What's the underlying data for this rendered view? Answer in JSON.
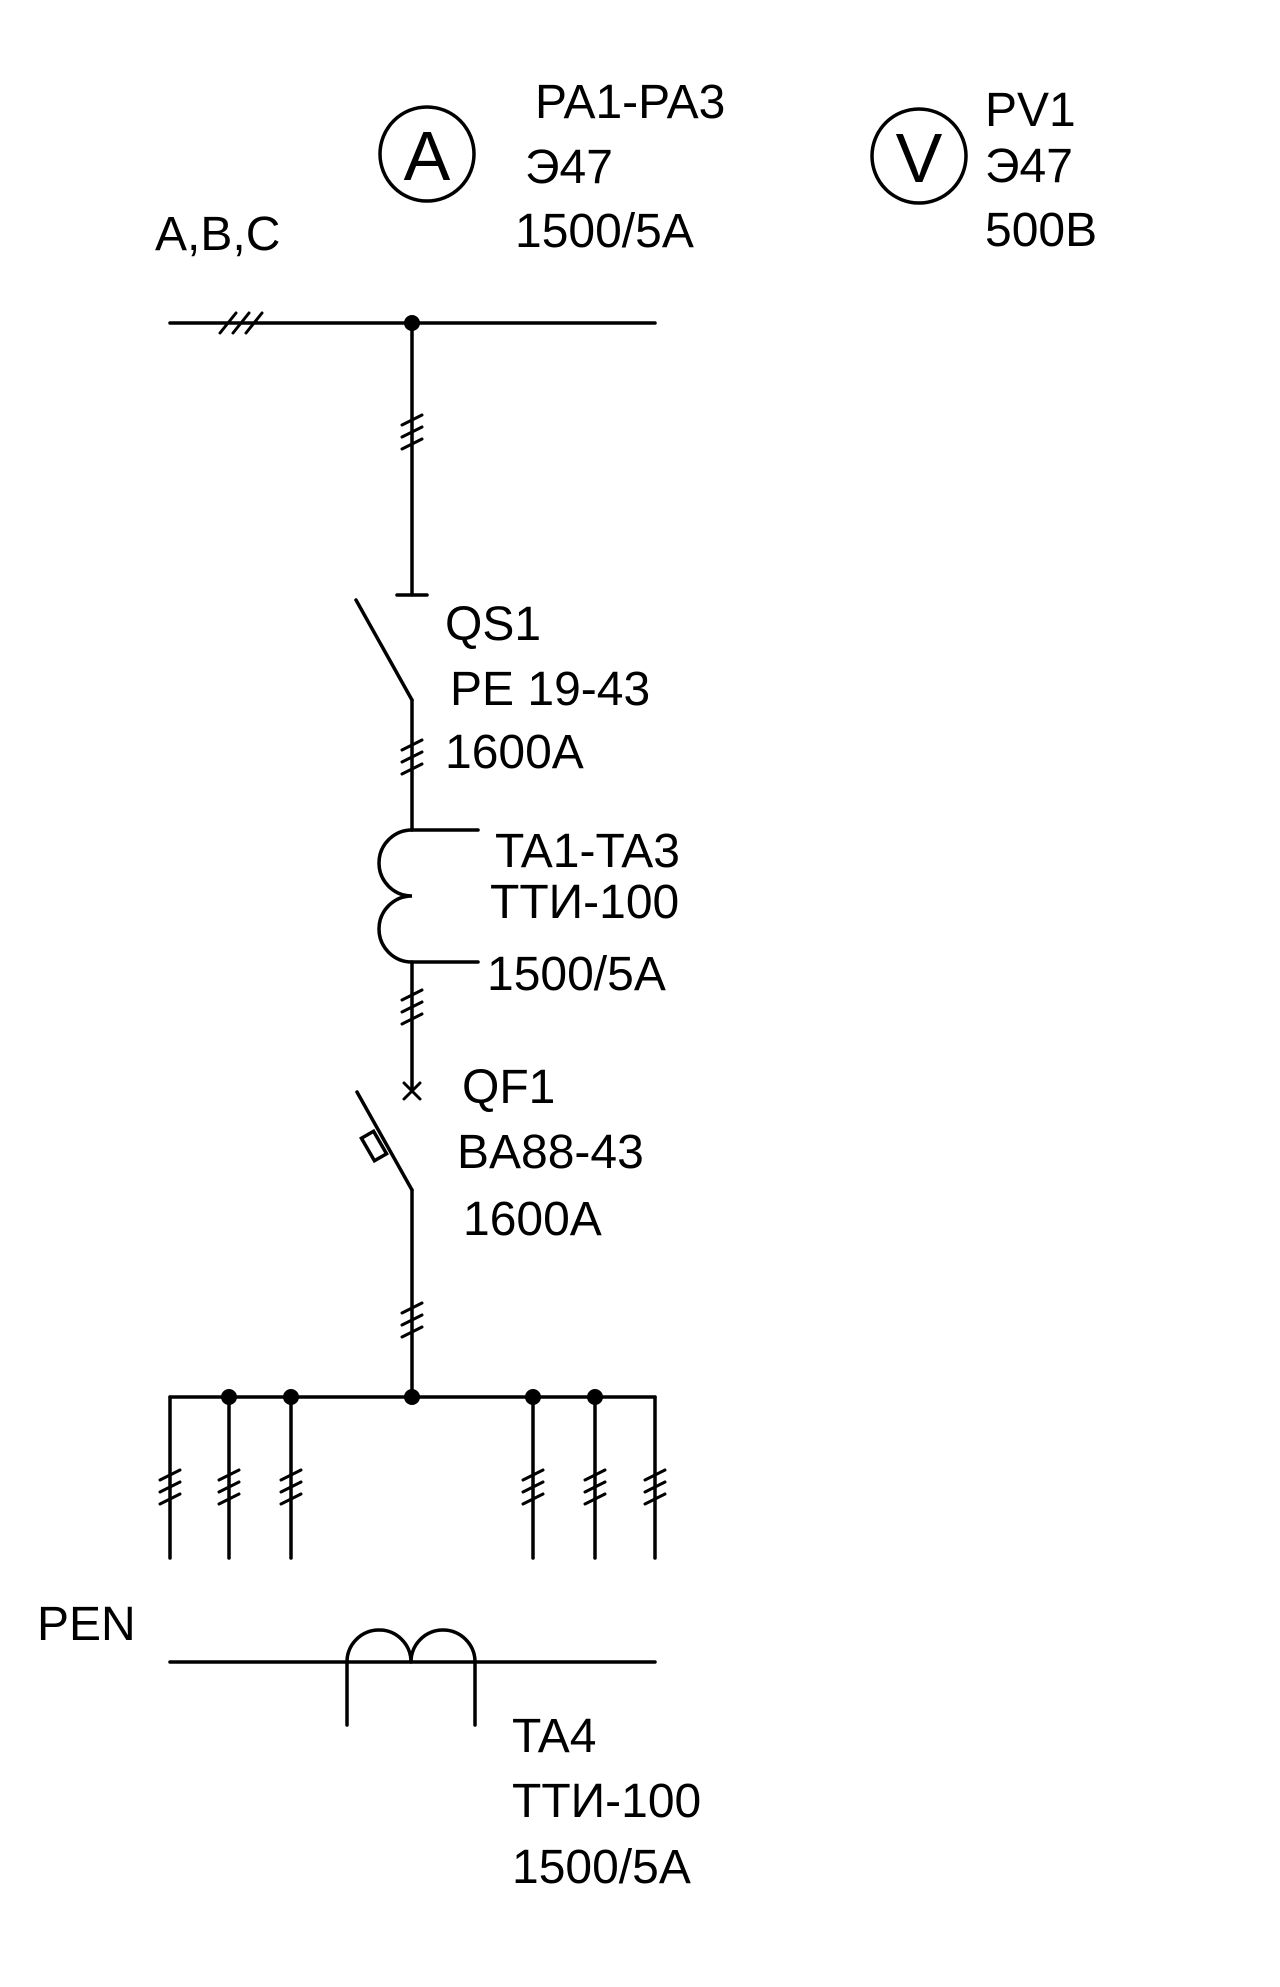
{
  "meters": {
    "ammeter": {
      "symbol": "A",
      "lines": [
        "PA1-PA3",
        "Э47",
        "1500/5A"
      ]
    },
    "voltmeter": {
      "symbol": "V",
      "lines": [
        "PV1",
        "Э47",
        "500B"
      ]
    }
  },
  "bus_label": "A,B,C",
  "qs1": {
    "lines": [
      "QS1",
      "PE 19-43",
      "1600A"
    ]
  },
  "ta1_ta3": {
    "lines": [
      "TA1-TA3",
      "ТТИ-100",
      "1500/5A"
    ]
  },
  "qf1": {
    "lines": [
      "QF1",
      "BA88-43",
      "1600A"
    ]
  },
  "pen_label": "PEN",
  "ta4": {
    "lines": [
      "TA4",
      "ТТИ-100",
      "1500/5A"
    ]
  }
}
